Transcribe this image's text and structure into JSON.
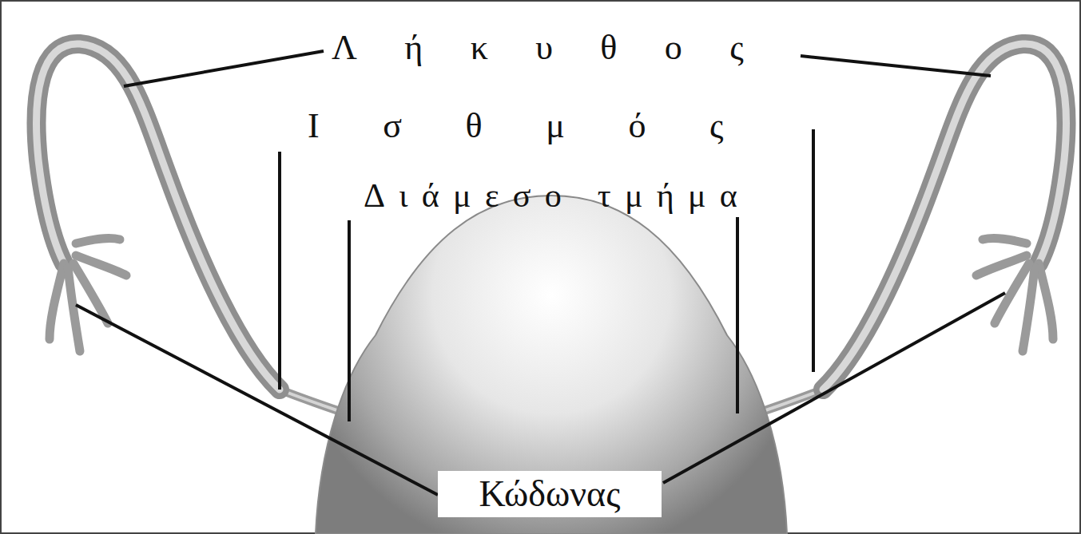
{
  "diagram": {
    "labels": [
      "Λήκυθος",
      "Ισθμός",
      "Διάμεσο τμήμα",
      "Κώδωνας"
    ]
  }
}
